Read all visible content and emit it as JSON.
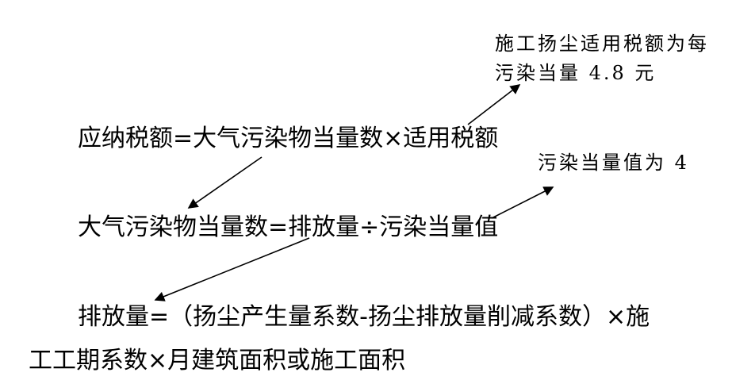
{
  "formulas": {
    "line1": "应纳税额=大气污染物当量数×适用税额",
    "line2": "大气污染物当量数=排放量÷污染当量值",
    "line3a": "排放量=（扬尘产生量系数-扬尘排放量削减系数）×施",
    "line3b": "工工期系数×月建筑面积或施工面积"
  },
  "notes": {
    "tax_rate_line1": "施工扬尘适用税额为每",
    "tax_rate_line2": "污染当量 4.8 元",
    "equivalent_value": "污染当量值为 4"
  }
}
